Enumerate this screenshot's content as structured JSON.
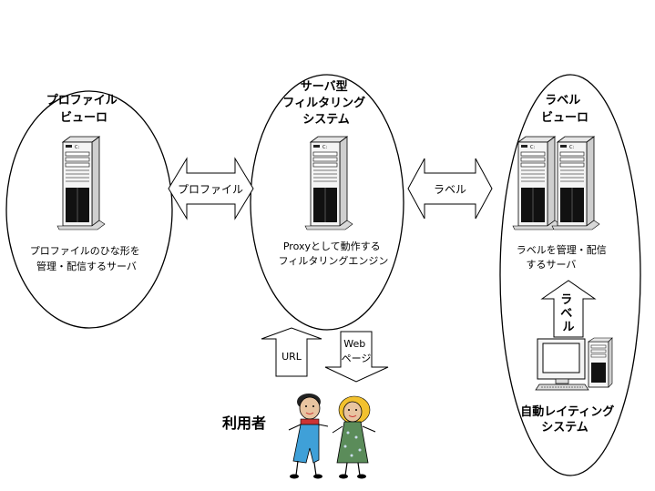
{
  "nodes": {
    "profile_bureau": {
      "title_lines": [
        "プロファイル",
        "ビューロ"
      ],
      "caption_lines": [
        "プロファイルのひな形を",
        "管理・配信するサーバ"
      ]
    },
    "filtering_system": {
      "title_lines": [
        "サーバ型",
        "フィルタリング",
        "システム"
      ],
      "caption_lines": [
        "Proxyとして動作する",
        "フィルタリングエンジン"
      ]
    },
    "label_bureau": {
      "title_lines": [
        "ラベル",
        "ビューロ"
      ],
      "caption_lines": [
        "ラベルを管理・配信",
        "するサーバ"
      ],
      "rating_system_lines": [
        "自動レイティング",
        "システム"
      ],
      "rating_arrow_label": [
        "ラ",
        "ベ",
        "ル"
      ]
    },
    "user": {
      "label": "利用者"
    }
  },
  "connectors": {
    "profile_arrow": "プロファイル",
    "label_arrow": "ラベル",
    "url_arrow": "URL",
    "web_page_arrow": [
      "Web",
      "ページ"
    ]
  },
  "colors": {
    "line": "#000000",
    "server_body": "#f2f2f2",
    "server_dark": "#111111",
    "skin": "#e8c4a0",
    "hair_blonde": "#f2c12e",
    "overalls": "#3fa0d8",
    "dress": "#5b8c5a"
  }
}
